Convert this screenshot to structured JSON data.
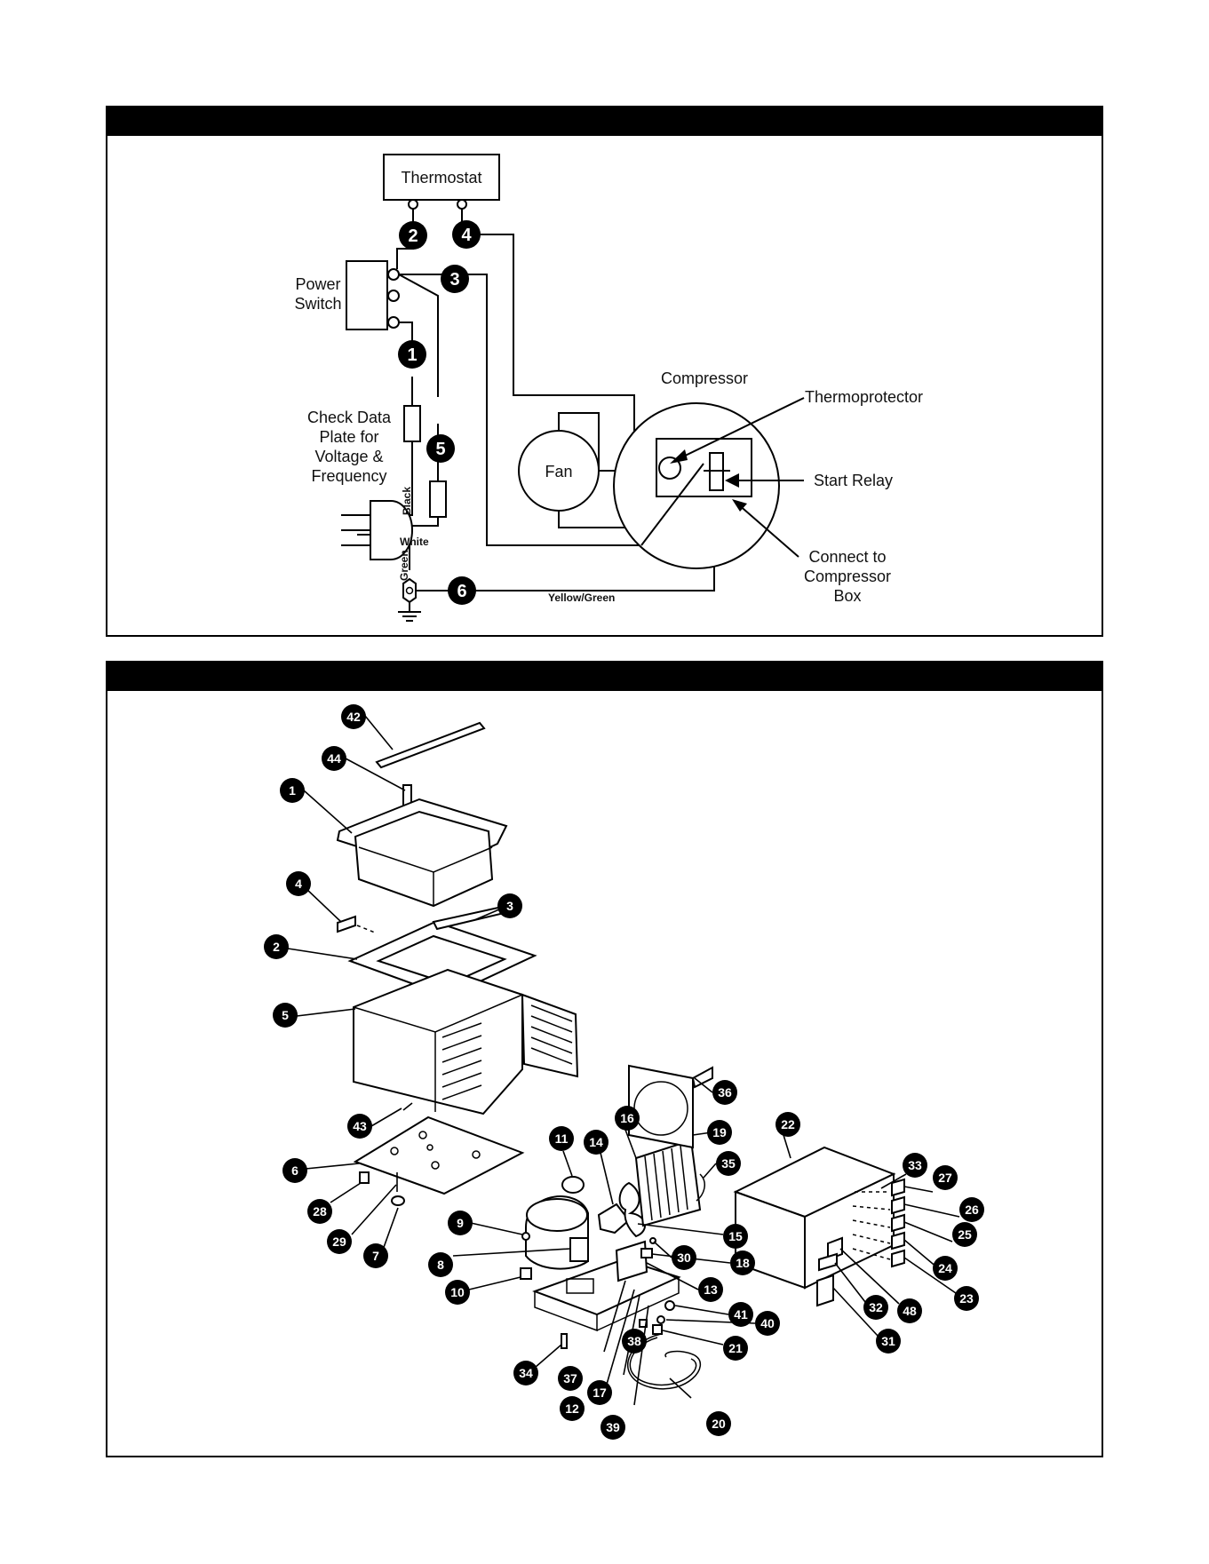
{
  "wiring": {
    "labels": {
      "thermostat": "Thermostat",
      "power_switch_1": "Power",
      "power_switch_2": "Switch",
      "check_1": "Check Data",
      "check_2": "Plate for",
      "check_3": "Voltage &",
      "check_4": "Frequency",
      "black": "Black",
      "white": "White",
      "green": "Green",
      "yellow_green": "Yellow/Green",
      "compressor": "Compressor",
      "fan": "Fan",
      "thermoprotector": "Thermoprotector",
      "start_relay": "Start Relay",
      "connect_1": "Connect to",
      "connect_2": "Compressor",
      "connect_3": "Box"
    },
    "callouts": [
      "1",
      "2",
      "3",
      "4",
      "5",
      "6"
    ]
  },
  "exploded": {
    "callouts": [
      "1",
      "2",
      "3",
      "4",
      "5",
      "6",
      "7",
      "8",
      "9",
      "10",
      "11",
      "12",
      "13",
      "14",
      "15",
      "16",
      "17",
      "18",
      "19",
      "20",
      "21",
      "22",
      "23",
      "24",
      "25",
      "26",
      "27",
      "28",
      "29",
      "30",
      "31",
      "32",
      "33",
      "34",
      "35",
      "36",
      "37",
      "38",
      "39",
      "40",
      "41",
      "42",
      "43",
      "44",
      "48"
    ]
  }
}
